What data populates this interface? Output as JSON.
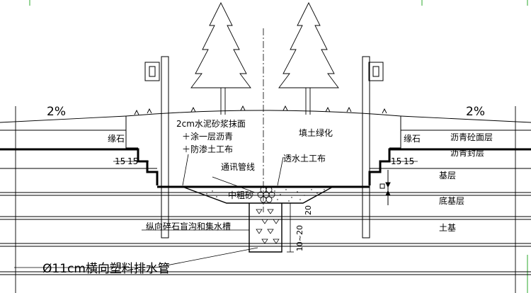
{
  "slope_left": "2%",
  "slope_right": "2%",
  "layers": {
    "asphalt_concrete": "沥青砼面层",
    "asphalt_seal": "沥青封层",
    "base": "基层",
    "subbase": "底基层",
    "subgrade": "土基"
  },
  "median": {
    "curb_left": "缘石",
    "curb_right": "缘石",
    "width_1": "15",
    "width_2": "15",
    "width_3": "15",
    "width_4": "15",
    "waterproof_note_1": "2cm水泥砂浆抹面",
    "waterproof_note_2": "＋涂一层沥青",
    "waterproof_note_3": "＋防渗土工布",
    "greening": "填土绿化",
    "telecom_pipe": "通讯管线",
    "permeable_geotextile": "透水土工布",
    "coarse_sand": "中粗砂",
    "blind_ditch": "纵向碎石盲沟和集水槽",
    "depth_dim": "20",
    "depth_range": "10~20",
    "drain_pipe": "Ø11cm横向塑料排水管"
  },
  "colors": {
    "line": "#000000",
    "pavement": "#000000",
    "frame_tick": "#2ea82e"
  },
  "icons": {
    "tree": "conifer-tree-icon",
    "lamp": "street-lamp-icon",
    "grass": "grass-tuft-icon"
  }
}
